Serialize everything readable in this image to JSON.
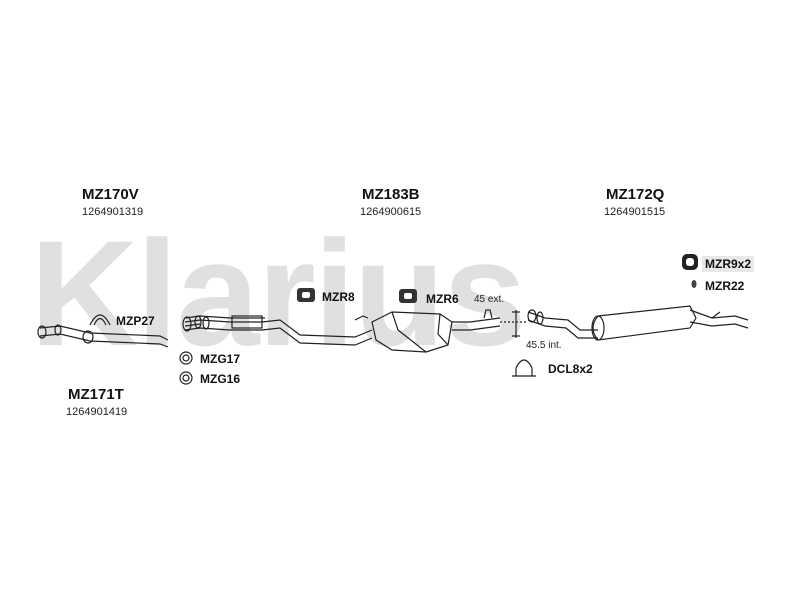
{
  "watermark": "Klarius",
  "assemblies": [
    {
      "code": "MZ170V",
      "number": "1264901319"
    },
    {
      "code": "MZ183B",
      "number": "1264900615"
    },
    {
      "code": "MZ172Q",
      "number": "1264901515"
    },
    {
      "code": "MZ171T",
      "number": "1264901419"
    }
  ],
  "parts": {
    "mzp27": "MZP27",
    "mzg17": "MZG17",
    "mzg16": "MZG16",
    "mzr8": "MZR8",
    "mzr6": "MZR6",
    "mzr9x2": "MZR9x2",
    "mzr22": "MZR22",
    "dcl8x2": "DCL8x2"
  },
  "dimensions": {
    "external": "45 ext.",
    "internal": "45.5 int."
  }
}
